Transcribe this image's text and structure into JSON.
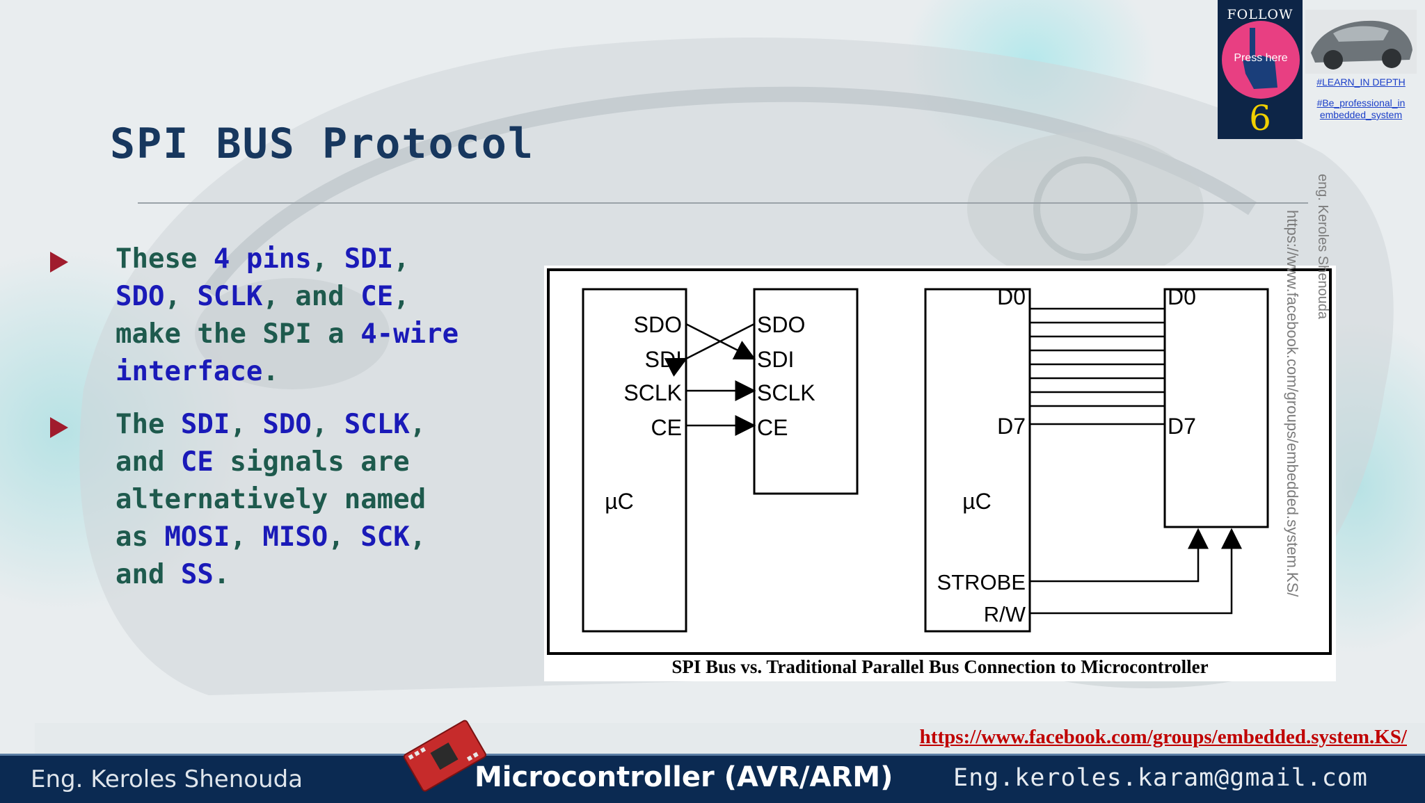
{
  "slide": {
    "title": "SPI BUS Protocol"
  },
  "bullets": [
    [
      {
        "t": "These ",
        "kw": false
      },
      {
        "t": "4 pins",
        "kw": true
      },
      {
        "t": ", ",
        "kw": false
      },
      {
        "t": "SDI",
        "kw": true
      },
      {
        "t": ", ",
        "kw": false
      },
      {
        "t": "SDO",
        "kw": true
      },
      {
        "t": ", ",
        "kw": false
      },
      {
        "t": "SCLK",
        "kw": true
      },
      {
        "t": ", and ",
        "kw": false
      },
      {
        "t": "CE",
        "kw": true
      },
      {
        "t": ", make the SPI a ",
        "kw": false
      },
      {
        "t": "4-wire interface",
        "kw": true
      },
      {
        "t": ".",
        "kw": false
      }
    ],
    [
      {
        "t": "The ",
        "kw": false
      },
      {
        "t": "SDI",
        "kw": true
      },
      {
        "t": ", ",
        "kw": false
      },
      {
        "t": "SDO",
        "kw": true
      },
      {
        "t": ", ",
        "kw": false
      },
      {
        "t": "SCLK",
        "kw": true
      },
      {
        "t": ", and ",
        "kw": false
      },
      {
        "t": "CE",
        "kw": true
      },
      {
        "t": " signals are alternatively named as ",
        "kw": false
      },
      {
        "t": "MOSI",
        "kw": true
      },
      {
        "t": ", ",
        "kw": false
      },
      {
        "t": "MISO",
        "kw": true
      },
      {
        "t": ", ",
        "kw": false
      },
      {
        "t": "SCK",
        "kw": true
      },
      {
        "t": ", and ",
        "kw": false
      },
      {
        "t": "SS",
        "kw": true
      },
      {
        "t": ".",
        "kw": false
      }
    ]
  ],
  "figure": {
    "spi_master_pins": [
      "SDO",
      "SDI",
      "SCLK",
      "CE"
    ],
    "spi_slave_pins": [
      "SDO",
      "SDI",
      "SCLK",
      "CE"
    ],
    "spi_master_label": "µC",
    "parallel_master_label": "µC",
    "parallel_left_top": "D0",
    "parallel_left_bottom": "D7",
    "parallel_right_top": "D0",
    "parallel_right_bottom": "D7",
    "strobe_label": "STROBE",
    "rw_label": "R/W",
    "caption": "SPI Bus vs. Traditional Parallel Bus Connection to Microcontroller"
  },
  "watermarks": {
    "author": "eng. Keroles Shenouda",
    "url": "https://www.facebook.com/groups/embedded.system.KS/"
  },
  "follow": {
    "label": "FOLLOW US",
    "press": "Press here",
    "number": "6"
  },
  "tags": {
    "learn": "#LEARN_IN DEPTH",
    "professional": "#Be_professional_in embedded_system"
  },
  "links": {
    "facebook": "https://www.facebook.com/groups/embedded.system.KS/"
  },
  "footer": {
    "author": "Eng. Keroles Shenouda",
    "course": "Microcontroller (AVR/ARM)",
    "email": "Eng.keroles.karam@gmail.com"
  },
  "colors": {
    "title": "#17375e",
    "bullet_text": "#1e5a4d",
    "keyword": "#1a1ab8",
    "bullet_icon": "#a01c2d",
    "footer_bg": "#0b2a52",
    "link": "#c00000",
    "follow_circle": "#e83f82"
  },
  "icons": {
    "bullet": "triangle-right-icon",
    "follow": "pointing-hand-icon",
    "board": "dev-board-image"
  }
}
